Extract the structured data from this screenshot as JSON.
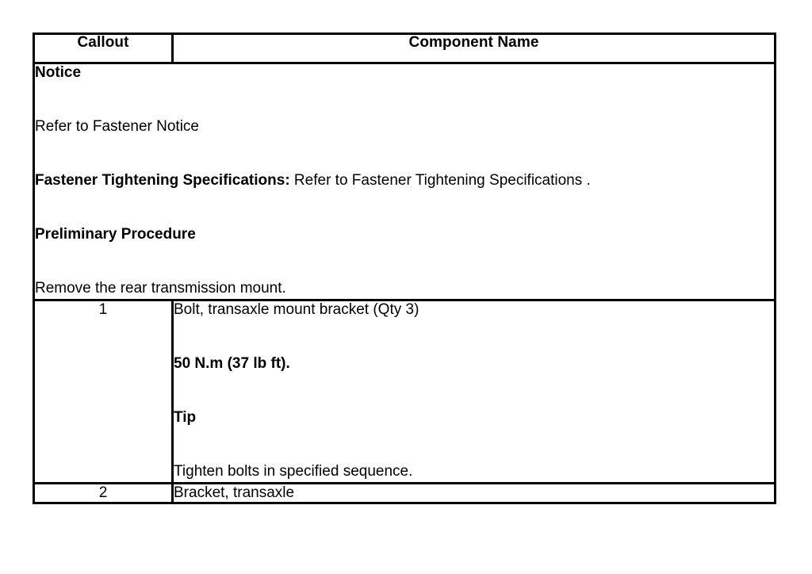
{
  "table": {
    "columns": [
      {
        "key": "callout",
        "header": "Callout"
      },
      {
        "key": "component_name",
        "header": "Component Name"
      }
    ],
    "notice_block": {
      "lines": [
        {
          "bold_text": "Notice",
          "regular_text": ""
        },
        {
          "bold_text": "",
          "regular_text": "Refer to Fastener Notice"
        },
        {
          "bold_text": "Fastener Tightening Specifications:",
          "regular_text": " Refer to Fastener Tightening Specifications ."
        },
        {
          "bold_text": "Preliminary Procedure",
          "regular_text": ""
        },
        {
          "bold_text": "",
          "regular_text": "Remove the rear transmission mount."
        }
      ]
    },
    "rows": [
      {
        "callout": "1",
        "lines": [
          {
            "bold_text": "",
            "regular_text": "Bolt, transaxle mount bracket (Qty 3)"
          },
          {
            "bold_text": "50 N.m (37 lb ft).",
            "regular_text": ""
          },
          {
            "bold_text": "Tip",
            "regular_text": ""
          },
          {
            "bold_text": "",
            "regular_text": "Tighten bolts in specified sequence."
          }
        ]
      },
      {
        "callout": "2",
        "lines": [
          {
            "bold_text": "",
            "regular_text": "Bracket, transaxle"
          }
        ]
      }
    ]
  },
  "colors": {
    "border": "#000000",
    "text": "#000000",
    "background": "#ffffff"
  }
}
